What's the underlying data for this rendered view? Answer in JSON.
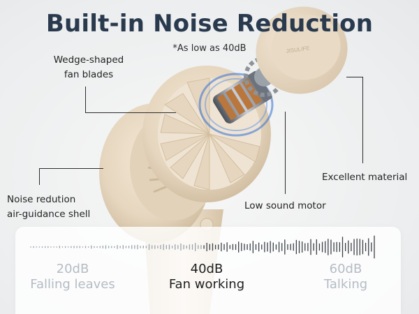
{
  "header": {
    "title": "Built-in Noise Reduction",
    "subtitle": "*As low as 40dB"
  },
  "callouts": {
    "blades": {
      "line1": "Wedge-shaped",
      "line2": "fan blades"
    },
    "shell": {
      "line1": "Noise redution",
      "line2": "air-guidance shell"
    },
    "motor": "Low sound motor",
    "material": "Excellent material"
  },
  "product": {
    "brand_mark": "JISULIFE"
  },
  "noise_levels": [
    {
      "value": "20dB",
      "label": "Falling leaves",
      "highlighted": false
    },
    {
      "value": "40dB",
      "label": "Fan working",
      "highlighted": true
    },
    {
      "value": "60dB",
      "label": "Talking",
      "highlighted": false
    }
  ],
  "colors": {
    "title": "#2a3a4e",
    "body": "#e9dcc8",
    "body_shadow": "#d9c8ae",
    "motor_blue": "#2f6fd6",
    "copper": "#b9773d",
    "muted_text": "#b4bcc4",
    "strong_text": "#1e1e1e"
  }
}
